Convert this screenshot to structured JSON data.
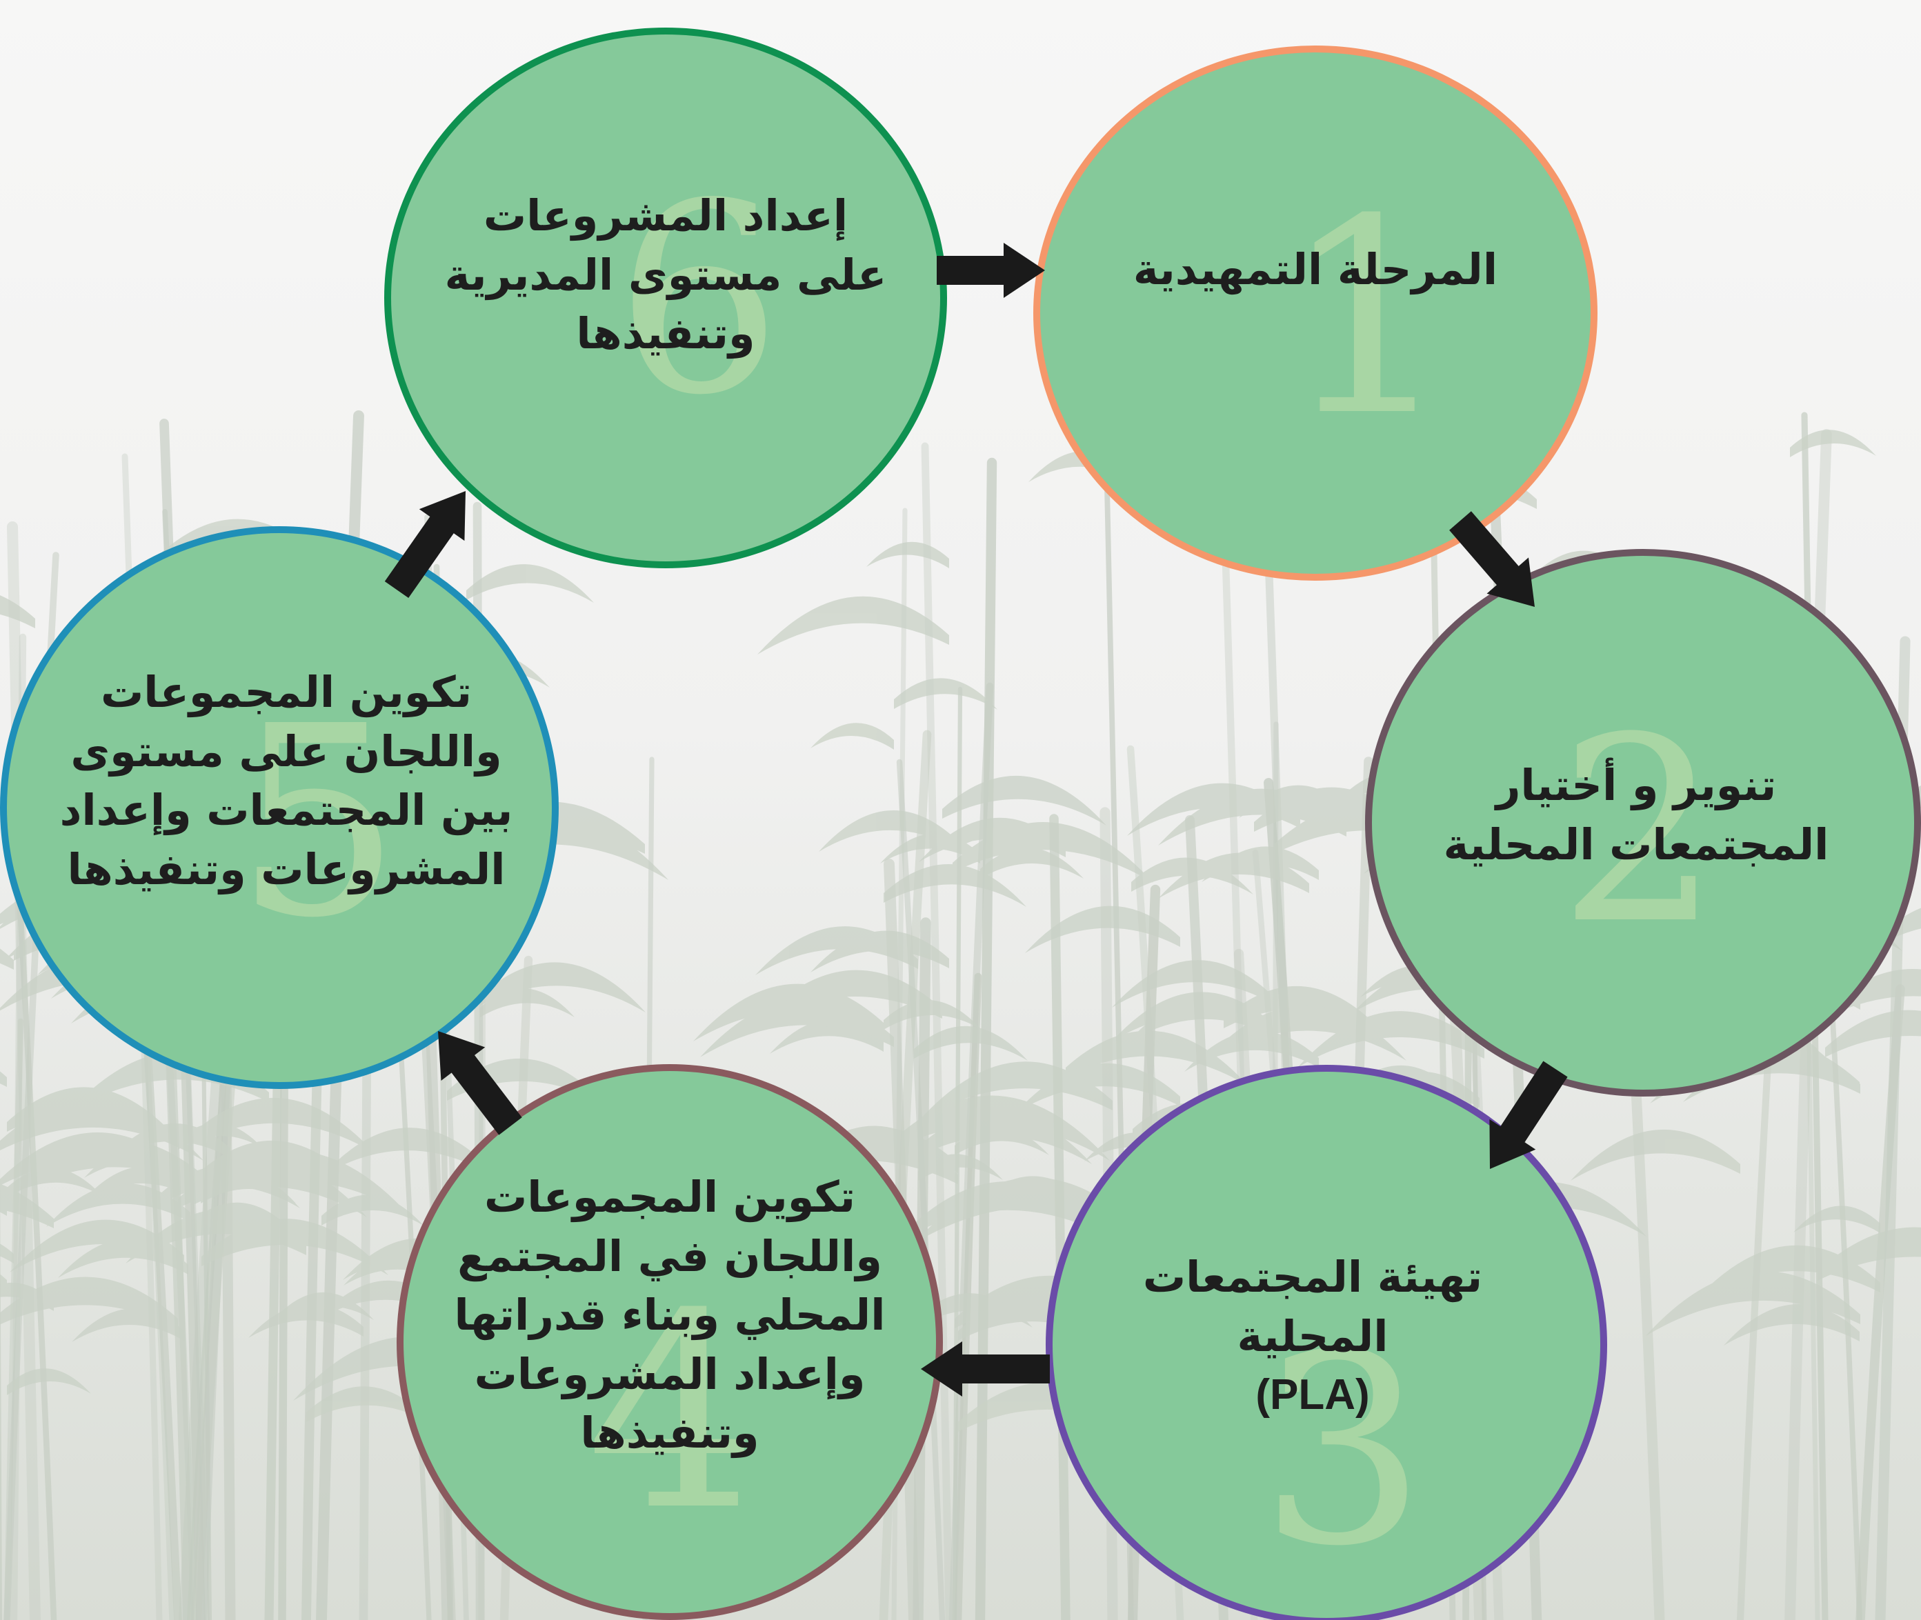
{
  "colors": {
    "background": "#f2f2f1",
    "stage_fill": "#85c99a",
    "stage_number": "#a8d6a4",
    "arrow": "#1a1a1a",
    "text": "#1e1e1e"
  },
  "stages": [
    {
      "number": "1",
      "border_color": "#f5976a",
      "lines": [
        "المرحلة التمهيدية"
      ]
    },
    {
      "number": "2",
      "border_color": "#6b5560",
      "lines": [
        "تنوير و أختيار",
        "المجتمعات المحلية"
      ]
    },
    {
      "number": "3",
      "border_color": "#6a4ca8",
      "lines": [
        "تهيئة المجتمعات",
        "المحلية",
        "(PLA)"
      ]
    },
    {
      "number": "4",
      "border_color": "#8a5a5e",
      "lines": [
        "تكوين المجموعات",
        "واللجان في المجتمع",
        "المحلي وبناء قدراتها",
        "وإعداد المشروعات",
        "وتنفيذها"
      ]
    },
    {
      "number": "5",
      "border_color": "#1f8fb8",
      "lines": [
        "تكوين المجموعات",
        "واللجان على مستوى",
        "بين المجتمعات وإعداد",
        "المشروعات وتنفيذها"
      ]
    },
    {
      "number": "6",
      "border_color": "#0e9150",
      "lines": [
        "إعداد المشروعات",
        "على مستوى المديرية",
        "وتنفيذها"
      ]
    }
  ],
  "arrow_icon": "arrow-icon"
}
